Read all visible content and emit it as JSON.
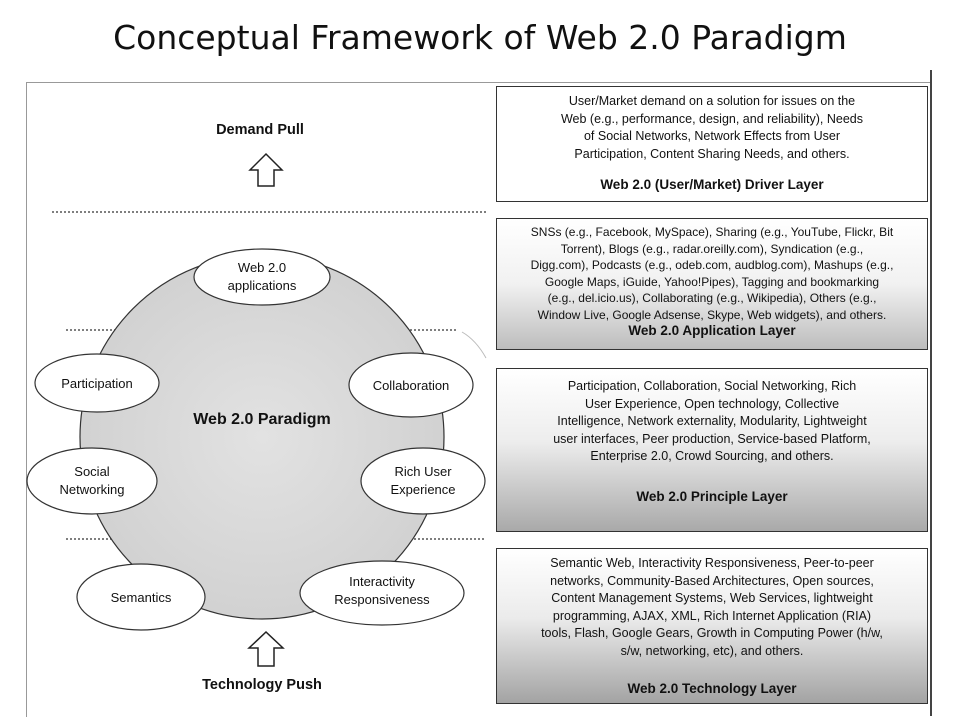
{
  "slide": {
    "title": "Conceptual Framework of Web 2.0 Paradigm"
  },
  "left": {
    "demand_pull": "Demand Pull",
    "technology_push": "Technology Push",
    "center": "Web 2.0 Paradigm",
    "nodes": {
      "web20_apps": [
        "Web 2.0",
        "applications"
      ],
      "participation": [
        "Participation"
      ],
      "collaboration": [
        "Collaboration"
      ],
      "social_networking": [
        "Social",
        "Networking"
      ],
      "rich_user_experience": [
        "Rich User",
        "Experience"
      ],
      "semantics": [
        "Semantics"
      ],
      "interactivity": [
        "Interactivity",
        "Responsiveness"
      ]
    }
  },
  "layers": {
    "driver": {
      "lines": [
        "User/Market demand on a solution for issues on the",
        "Web (e.g., performance,  design, and reliability), Needs",
        "of Social Networks, Network Effects from User",
        "Participation, Content Sharing Needs, and others."
      ],
      "name": "Web 2.0 (User/Market) Driver Layer"
    },
    "application": {
      "lines": [
        "SNSs (e.g., Facebook, MySpace), Sharing (e.g., YouTube, Flickr, Bit",
        "Torrent), Blogs (e.g., radar.oreilly.com), Syndication (e.g.,",
        "Digg.com), Podcasts (e.g., odeb.com, audblog.com), Mashups (e.g.,",
        "Google Maps, iGuide, Yahoo!Pipes), Tagging and bookmarking",
        "(e.g., del.icio.us),  Collaborating (e.g., Wikipedia), Others (e.g.,",
        "Window Live, Google Adsense, Skype, Web widgets), and others."
      ],
      "name": "Web 2.0 Application Layer"
    },
    "principle": {
      "lines": [
        "Participation, Collaboration, Social Networking, Rich",
        "User Experience, Open technology, Collective",
        "Intelligence, Network externality, Modularity, Lightweight",
        "user interfaces, Peer production, Service-based Platform,",
        "Enterprise 2.0, Crowd Sourcing, and others."
      ],
      "name": "Web 2.0 Principle Layer"
    },
    "technology": {
      "lines": [
        "Semantic Web, Interactivity Responsiveness, Peer-to-peer",
        "networks, Community-Based Architectures, Open sources,",
        "Content Management Systems, Web Services, lightweight",
        "programming, AJAX, XML, Rich Internet Application (RIA)",
        "tools, Flash, Google Gears, Growth in Computing Power (h/w,",
        "s/w, networking, etc), and others."
      ],
      "name": "Web 2.0 Technology Layer"
    }
  }
}
